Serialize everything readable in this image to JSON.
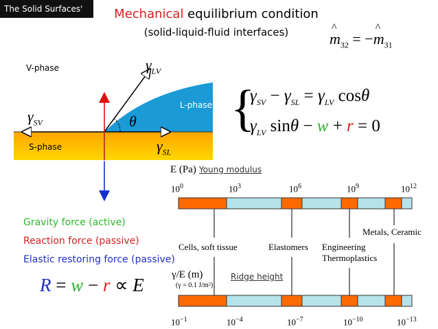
{
  "slide": {
    "tag": "The Solid Surfaces' evil",
    "title_accent": "Mechanical",
    "title_rest": " equilibrium condition",
    "subtitle": "(solid-liquid-fluid interfaces)"
  },
  "momentum_eq": {
    "lhs": "m",
    "lhs_sub": "32",
    "eq": " = −",
    "rhs": "m",
    "rhs_sub": "31"
  },
  "diagram": {
    "v_phase": "V-phase",
    "l_phase": "L-phase",
    "s_phase": "S-phase",
    "gamma": "γ",
    "sub_lv": "LV",
    "sub_sv": "SV",
    "sub_sl": "SL",
    "theta": "θ",
    "colors": {
      "vapor": "#ffffff",
      "liquid": "#1b9ad6",
      "solid_top": "#ffa500",
      "solid_bottom": "#ffd700",
      "up_arrow": "#e01010",
      "down_arrow": "#1030d0"
    }
  },
  "equations": {
    "eq1_left_a": "γ",
    "eq1_sub_a": "SV",
    "eq1_minus": " − ",
    "eq1_left_b": "γ",
    "eq1_sub_b": "SL",
    "eq1_eq": " = ",
    "eq1_right": "γ",
    "eq1_sub_c": "LV",
    "eq1_cos": " cos",
    "eq1_theta": "θ",
    "eq2_gamma": "γ",
    "eq2_sub": "LV",
    "eq2_sin": " sin",
    "eq2_theta": "θ",
    "eq2_minus": " − ",
    "eq2_w": "w",
    "eq2_plus": " + ",
    "eq2_r": "r",
    "eq2_eq": " = 0"
  },
  "forces": {
    "gravity": "Gravity force (active)",
    "reaction": "Reaction force (passive)",
    "elastic": "Elastic restoring force (passive)",
    "gravity_color": "#2db82d",
    "reaction_color": "#d62020",
    "elastic_color": "#2030c0"
  },
  "law": {
    "R": "R",
    "eq": " = ",
    "w": "w",
    "minus": " − ",
    "r": "r",
    "prop": " ∝ ",
    "E": "E"
  },
  "scale_top": {
    "label": "E (Pa)",
    "link": "Young modulus",
    "ticks": [
      {
        "base": "10",
        "exp": "0"
      },
      {
        "base": "10",
        "exp": "3"
      },
      {
        "base": "10",
        "exp": "6"
      },
      {
        "base": "10",
        "exp": "9"
      },
      {
        "base": "10",
        "exp": "12"
      }
    ]
  },
  "scale_bottom": {
    "label": "γ/E (m)",
    "note": "(γ = 0.1 J/m²)",
    "link": "Ridge height",
    "ticks": [
      {
        "base": "10",
        "exp": "−1"
      },
      {
        "base": "10",
        "exp": "−4"
      },
      {
        "base": "10",
        "exp": "−7"
      },
      {
        "base": "10",
        "exp": "−10"
      },
      {
        "base": "10",
        "exp": "−13"
      }
    ]
  },
  "materials": {
    "cells": "Cells, soft tissue",
    "elastomers": "Elastomers",
    "engineering_1": "Engineering",
    "engineering_2": "Thermoplastics",
    "metals": "Metals, Ceramic"
  },
  "bar_colors": {
    "orange": "#ff6a00",
    "cyan": "#b7e2ea"
  }
}
